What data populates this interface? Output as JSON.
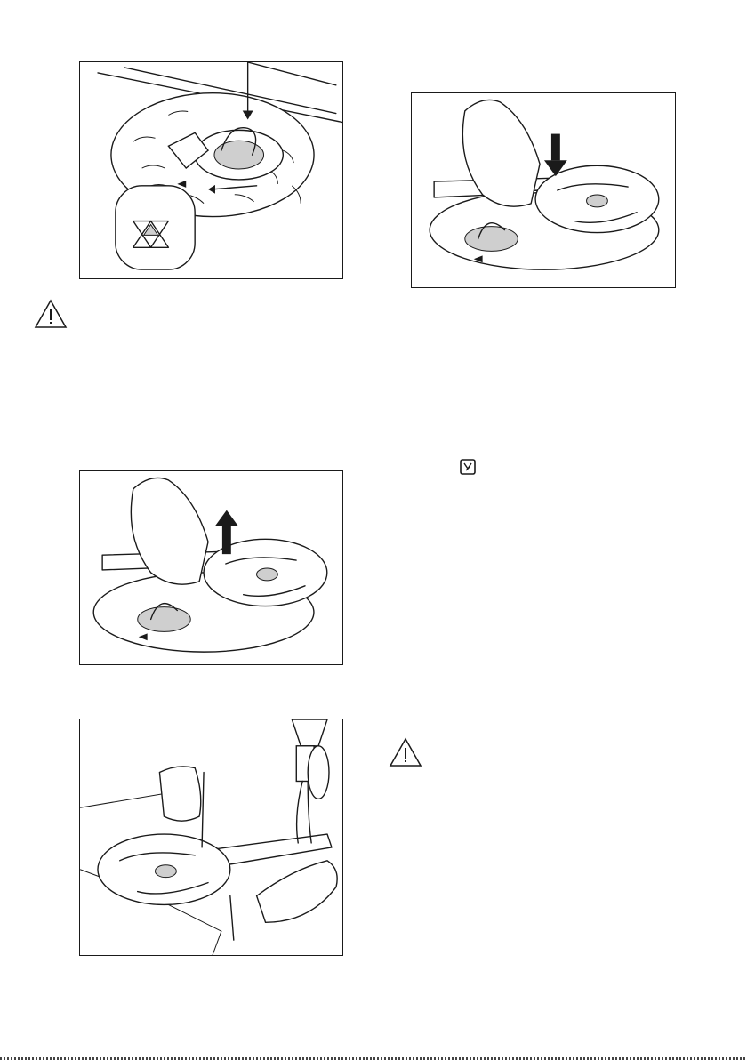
{
  "figures": [
    {
      "id": "fig-lock-filter",
      "icon": "filter-lock-illustration"
    },
    {
      "id": "fig-push-spray-arm",
      "icon": "spray-arm-push-illustration"
    },
    {
      "id": "fig-lift-spray-arm",
      "icon": "spray-arm-lift-illustration"
    },
    {
      "id": "fig-clean-spray-arm",
      "icon": "spray-arm-rinse-illustration"
    }
  ],
  "icons": {
    "warning_left": "warning-triangle-icon",
    "warning_right": "warning-triangle-icon",
    "program": "program-symbol-icon"
  }
}
